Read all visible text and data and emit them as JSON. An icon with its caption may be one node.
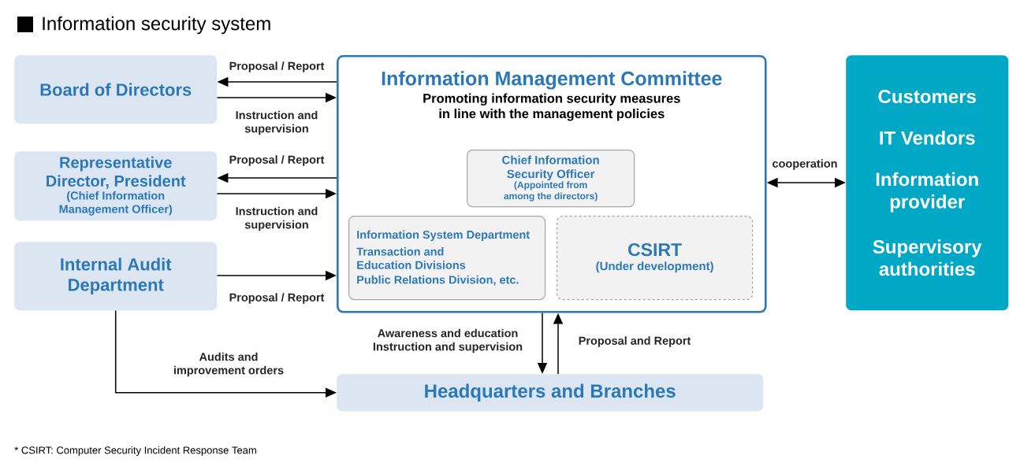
{
  "diagram": {
    "title": "Information security system",
    "nodes": [
      {
        "text": [
          "Board of Directors"
        ]
      },
      {
        "text": [
          "Representative Director, President",
          "(Chief Information Management Officer)"
        ]
      },
      {
        "text": [
          "Internal Audit Department"
        ]
      },
      {
        "text": [
          "Information Management Committee",
          "Promoting information security measures in line with the management policies"
        ]
      },
      {
        "text": [
          "Chief Information Security Officer",
          "(Appointed from among the directors)"
        ],
        "in": 3
      },
      {
        "text": [
          "Information System Department",
          "Transaction and Education Divisions",
          "Public Relations Division, etc."
        ],
        "in": 3
      },
      {
        "text": [
          "CSIRT",
          "(Under development)"
        ],
        "in": 3
      },
      {
        "text": [
          "Customers",
          "IT Vendors",
          "Information provider",
          "Supervisory authorities"
        ]
      },
      {
        "text": [
          "Headquarters and Branches"
        ]
      }
    ],
    "edges": [
      {
        "from": 3,
        "to": 0,
        "arrow": "to",
        "label": "Proposal / Report"
      },
      {
        "from": 0,
        "to": 3,
        "arrow": "to",
        "label": "Instruction and supervision"
      },
      {
        "from": 3,
        "to": 1,
        "arrow": "to",
        "label": "Proposal / Report"
      },
      {
        "from": 1,
        "to": 3,
        "arrow": "to",
        "label": "Instruction and supervision"
      },
      {
        "from": 2,
        "to": 3,
        "arrow": "to",
        "label": "Proposal / Report"
      },
      {
        "from": 3,
        "to": 7,
        "arrow": "both",
        "label": "cooperation"
      },
      {
        "from": 3,
        "to": 8,
        "arrow": "to",
        "label": "Awareness and education Instruction and supervision"
      },
      {
        "from": 8,
        "to": 3,
        "arrow": "to",
        "label": "Proposal and Report"
      },
      {
        "from": 2,
        "to": 8,
        "arrow": "to",
        "label": "Audits and improvement orders"
      }
    ],
    "labels": [
      "* CSIRT: Computer Security Incident Response Team"
    ]
  }
}
